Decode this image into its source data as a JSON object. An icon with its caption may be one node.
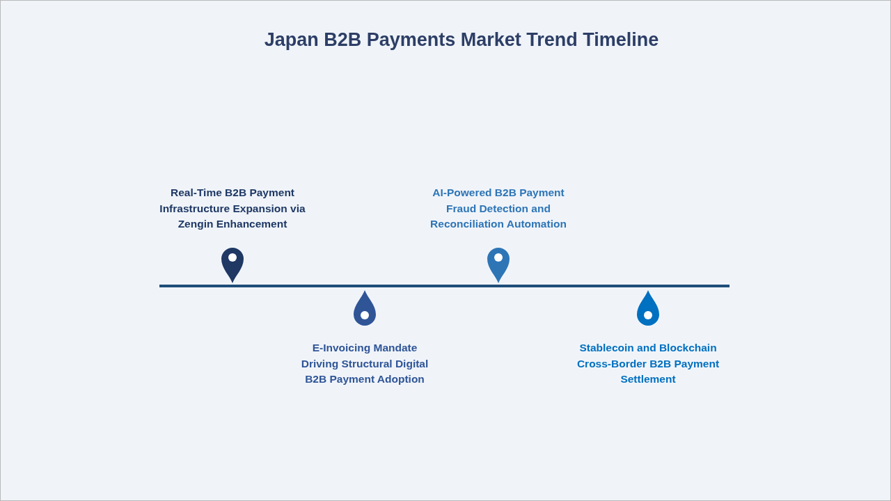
{
  "diagram": {
    "title": "Japan B2B Payments Market Trend Timeline",
    "labels": [
      "Real-Time B2B Payment Infrastructure Expansion via Zengin Enhancement",
      "E-Invoicing Mandate Driving Structural Digital B2B Payment Adoption",
      "AI-Powered B2B Payment Fraud Detection and Reconciliation Automation",
      "Stablecoin and Blockchain Cross-Border B2B Payment Settlement"
    ]
  }
}
